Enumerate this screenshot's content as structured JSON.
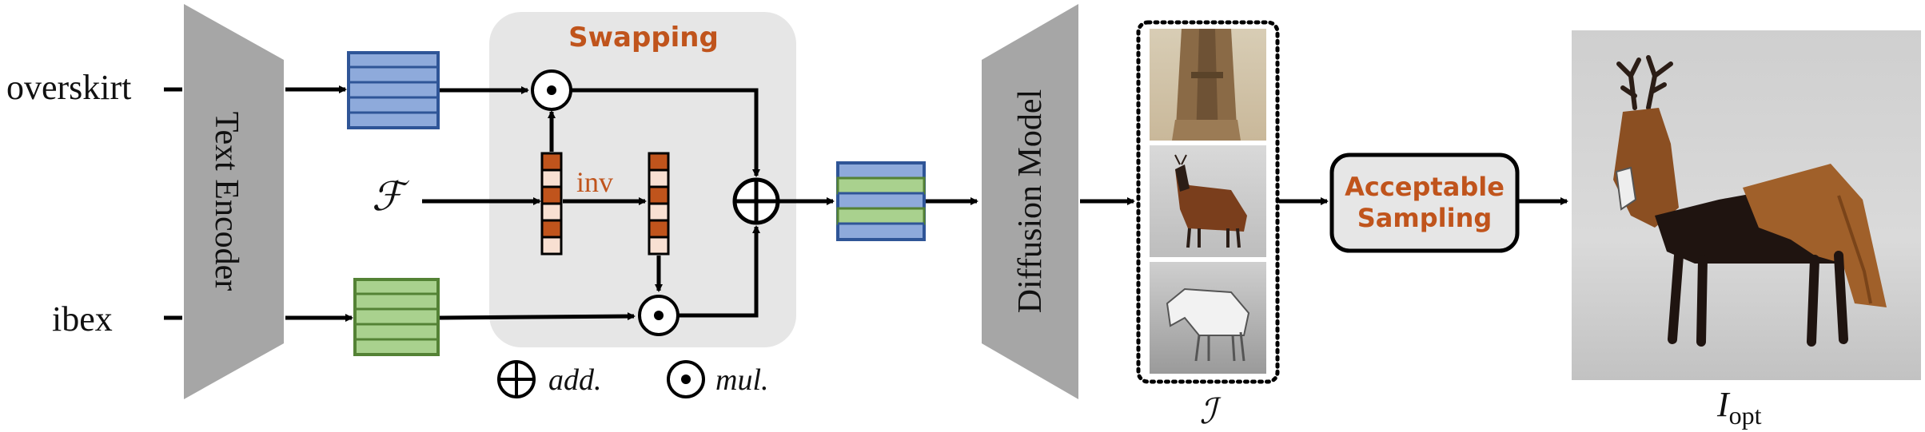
{
  "inputs": {
    "top_word": "overskirt",
    "feature_symbol": "ℱ",
    "bottom_word": "ibex"
  },
  "encoder": {
    "label": "Text Encoder"
  },
  "swapping": {
    "title": "Swapping",
    "inv_label": "inv"
  },
  "legend": {
    "add_label": "add.",
    "mul_label": "mul."
  },
  "diffusion": {
    "label": "Diffusion Model"
  },
  "image_set": {
    "symbol": "ℐ"
  },
  "sampling": {
    "line1": "Acceptable",
    "line2": "Sampling"
  },
  "output": {
    "label_base": "I",
    "label_sub": "opt"
  },
  "colors": {
    "encoder_gray": "#a6a6a6",
    "panel_gray": "#e6e6e6",
    "blue_fill": "#8eaadb",
    "blue_stroke": "#2f5597",
    "green_fill": "#a9d18e",
    "green_stroke": "#548235",
    "orange": "#c0541c",
    "vec_light": "#f8e0d2"
  }
}
